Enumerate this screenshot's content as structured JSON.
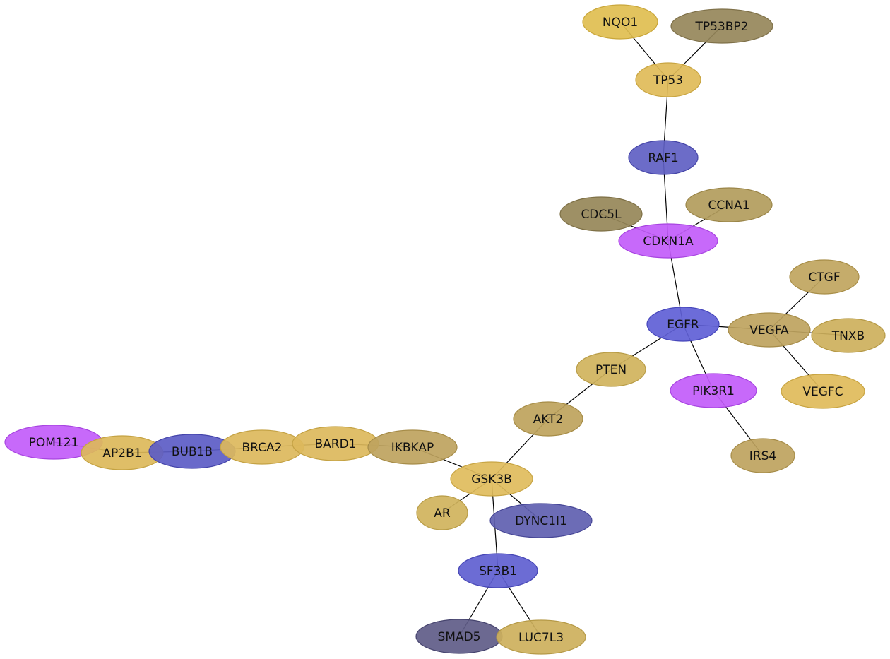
{
  "network": {
    "nodes": [
      {
        "id": "NQO1",
        "label": "NQO1",
        "fill": "#e0be50",
        "stroke": "#c9a63a"
      },
      {
        "id": "TP53BP2",
        "label": "TP53BP2",
        "fill": "#96875a",
        "stroke": "#7e7048"
      },
      {
        "id": "TP53",
        "label": "TP53",
        "fill": "#dfbb58",
        "stroke": "#c8a440"
      },
      {
        "id": "RAF1",
        "label": "RAF1",
        "fill": "#5f5fc3",
        "stroke": "#4646a8"
      },
      {
        "id": "CDC5L",
        "label": "CDC5L",
        "fill": "#968758",
        "stroke": "#7e7046"
      },
      {
        "id": "CCNA1",
        "label": "CCNA1",
        "fill": "#b29c5c",
        "stroke": "#9a8548"
      },
      {
        "id": "CDKN1A",
        "label": "CDKN1A",
        "fill": "#c25cfa",
        "stroke": "#a744e0"
      },
      {
        "id": "CTGF",
        "label": "CTGF",
        "fill": "#c0a55e",
        "stroke": "#a88e48"
      },
      {
        "id": "EGFR",
        "label": "EGFR",
        "fill": "#5f5fd6",
        "stroke": "#4646bb"
      },
      {
        "id": "VEGFA",
        "label": "VEGFA",
        "fill": "#bea35e",
        "stroke": "#a68c48"
      },
      {
        "id": "TNXB",
        "label": "TNXB",
        "fill": "#cdb05c",
        "stroke": "#b59946"
      },
      {
        "id": "PTEN",
        "label": "PTEN",
        "fill": "#d0b35c",
        "stroke": "#b89c46"
      },
      {
        "id": "PIK3R1",
        "label": "PIK3R1",
        "fill": "#c25cfa",
        "stroke": "#a744e0"
      },
      {
        "id": "VEGFC",
        "label": "VEGFC",
        "fill": "#dfbb5a",
        "stroke": "#c8a442"
      },
      {
        "id": "AKT2",
        "label": "AKT2",
        "fill": "#bea35c",
        "stroke": "#a68c46"
      },
      {
        "id": "IRS4",
        "label": "IRS4",
        "fill": "#bea35e",
        "stroke": "#a68c48"
      },
      {
        "id": "POM121",
        "label": "POM121",
        "fill": "#c25cfa",
        "stroke": "#a744e0"
      },
      {
        "id": "AP2B1",
        "label": "AP2B1",
        "fill": "#dcb95a",
        "stroke": "#c4a242"
      },
      {
        "id": "BUB1B",
        "label": "BUB1B",
        "fill": "#5c5cc6",
        "stroke": "#4444aa"
      },
      {
        "id": "BRCA2",
        "label": "BRCA2",
        "fill": "#dcb95c",
        "stroke": "#c4a244"
      },
      {
        "id": "BARD1",
        "label": "BARD1",
        "fill": "#dcb95c",
        "stroke": "#c4a244"
      },
      {
        "id": "IKBKAP",
        "label": "IKBKAP",
        "fill": "#bea35e",
        "stroke": "#a68c48"
      },
      {
        "id": "GSK3B",
        "label": "GSK3B",
        "fill": "#dfbc5c",
        "stroke": "#c8a544"
      },
      {
        "id": "AR",
        "label": "AR",
        "fill": "#d0b35c",
        "stroke": "#b89c46"
      },
      {
        "id": "DYNC1I1",
        "label": "DYNC1I1",
        "fill": "#5f5fb0",
        "stroke": "#464696"
      },
      {
        "id": "SF3B1",
        "label": "SF3B1",
        "fill": "#5f5fd0",
        "stroke": "#4646b5"
      },
      {
        "id": "SMAD5",
        "label": "SMAD5",
        "fill": "#5f5c88",
        "stroke": "#46446e"
      },
      {
        "id": "LUC7L3",
        "label": "LUC7L3",
        "fill": "#cdb05c",
        "stroke": "#b59946"
      }
    ],
    "edges": [
      [
        "NQO1",
        "TP53"
      ],
      [
        "TP53BP2",
        "TP53"
      ],
      [
        "TP53",
        "RAF1"
      ],
      [
        "RAF1",
        "CDKN1A"
      ],
      [
        "CDC5L",
        "CDKN1A"
      ],
      [
        "CCNA1",
        "CDKN1A"
      ],
      [
        "CDKN1A",
        "EGFR"
      ],
      [
        "EGFR",
        "VEGFA"
      ],
      [
        "CTGF",
        "VEGFA"
      ],
      [
        "VEGFA",
        "TNXB"
      ],
      [
        "VEGFA",
        "VEGFC"
      ],
      [
        "EGFR",
        "PTEN"
      ],
      [
        "EGFR",
        "PIK3R1"
      ],
      [
        "PIK3R1",
        "IRS4"
      ],
      [
        "PTEN",
        "AKT2"
      ],
      [
        "AKT2",
        "GSK3B"
      ],
      [
        "IKBKAP",
        "GSK3B"
      ],
      [
        "GSK3B",
        "AR"
      ],
      [
        "GSK3B",
        "DYNC1I1"
      ],
      [
        "GSK3B",
        "SF3B1"
      ],
      [
        "SF3B1",
        "SMAD5"
      ],
      [
        "SF3B1",
        "LUC7L3"
      ],
      [
        "POM121",
        "AP2B1"
      ],
      [
        "AP2B1",
        "BUB1B"
      ],
      [
        "BUB1B",
        "BRCA2"
      ],
      [
        "BRCA2",
        "BARD1"
      ],
      [
        "BARD1",
        "IKBKAP"
      ]
    ]
  }
}
